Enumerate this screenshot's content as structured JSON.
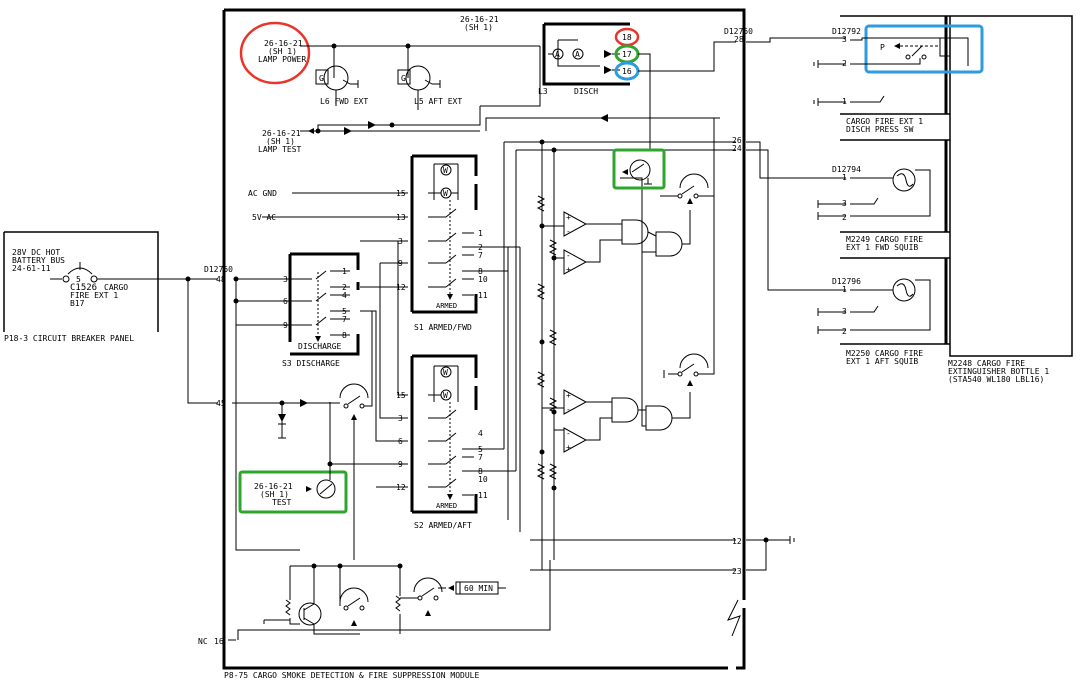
{
  "colors": {
    "highlight_red": "#e8342a",
    "highlight_green": "#2fa52f",
    "highlight_blue": "#2d9be0",
    "ink": "#000000"
  },
  "module": {
    "label": "P8-75   CARGO SMOKE DETECTION & FIRE SUPPRESSION MODULE",
    "ref_top_1": "26-16-21",
    "ref_top_2": "(SH 1)",
    "nc": "NC",
    "nc_pin": "16"
  },
  "lamp_power": {
    "l1": "26-16-21",
    "l2": "(SH 1)",
    "l3": "LAMP POWER"
  },
  "lamp_test": {
    "l1": "26-16-21",
    "l2": "(SH 1)",
    "l3": "LAMP TEST"
  },
  "test_ref": {
    "l1": "26-16-21",
    "l2": "(SH 1)",
    "l3": "TEST"
  },
  "fwd_ext": "L6 FWD EXT",
  "aft_ext": "L5 AFT EXT",
  "disch": {
    "l3": "L3",
    "label": "DISCH",
    "pin18": "18",
    "pin17": "17",
    "pin16": "16"
  },
  "breaker": {
    "l1": "28V DC HOT",
    "l2": "BATTERY BUS",
    "l3": "24-61-11",
    "pin": "5",
    "id": "C1526",
    "cargo": "CARGO",
    "l4": "FIRE EXT 1",
    "l5": "B17",
    "panel": "P18-3   CIRCUIT BREAKER PANEL"
  },
  "d12760_left": {
    "conn": "D12760",
    "p48": "48",
    "p45": "45"
  },
  "d12760_right": {
    "conn": "D12760",
    "p28": "28",
    "p26": "26",
    "p24": "24",
    "p12": "12",
    "p23": "23"
  },
  "s3": {
    "label": "S3 DISCHARGE",
    "inner": "DISCHARGE",
    "left_pins": [
      "3",
      "6",
      "9"
    ],
    "right_pins": [
      "1",
      "2",
      "4",
      "5",
      "7",
      "8"
    ]
  },
  "s1": {
    "label": "S1 ARMED/FWD",
    "inner": "ARMED",
    "left_pins": [
      "15",
      "13",
      "3",
      "9",
      "12"
    ],
    "right_pins": [
      "1",
      "2",
      "7",
      "8",
      "10",
      "11"
    ]
  },
  "s2": {
    "label": "S2 ARMED/AFT",
    "inner": "ARMED",
    "left_pins": [
      "15",
      "3",
      "6",
      "9",
      "12"
    ],
    "right_pins": [
      "4",
      "5",
      "7",
      "8",
      "10",
      "11"
    ]
  },
  "ac_gnd": "AC GND",
  "v5_ac": "5V AC",
  "timer": "60 MIN",
  "press_sw": {
    "conn": "D12792",
    "pins": [
      "3",
      "2",
      "1"
    ],
    "p_label": "P",
    "l1": "CARGO   FIRE EXT 1",
    "l2": "DISCH PRESS SW"
  },
  "fwd_squib": {
    "conn": "D12794",
    "pins": [
      "1",
      "3",
      "2"
    ],
    "l1": "M2249   CARGO FIRE",
    "l2": "EXT 1 FWD SQUIB"
  },
  "aft_squib": {
    "conn": "D12796",
    "pins": [
      "1",
      "3",
      "2"
    ],
    "l1": "M2250   CARGO FIRE",
    "l2": "EXT 1 AFT SQUIB"
  },
  "bottle": {
    "l1": "M2248   CARGO FIRE",
    "l2": "EXTINGUISHER BOTTLE 1",
    "l3": "(STA540 WL180 LBL16)"
  }
}
